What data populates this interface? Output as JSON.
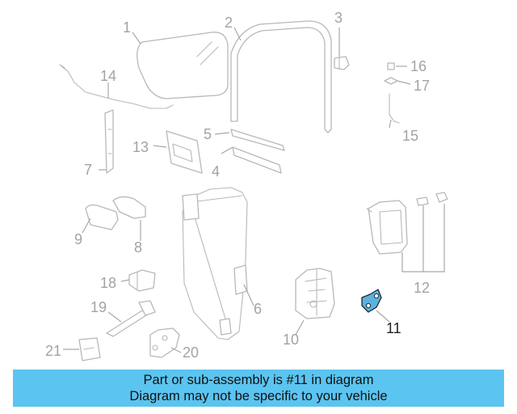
{
  "callouts": [
    {
      "id": "1",
      "highlighted": false
    },
    {
      "id": "2",
      "highlighted": false
    },
    {
      "id": "3",
      "highlighted": false
    },
    {
      "id": "4",
      "highlighted": false
    },
    {
      "id": "5",
      "highlighted": false
    },
    {
      "id": "6",
      "highlighted": false
    },
    {
      "id": "7",
      "highlighted": false
    },
    {
      "id": "8",
      "highlighted": false
    },
    {
      "id": "9",
      "highlighted": false
    },
    {
      "id": "10",
      "highlighted": false
    },
    {
      "id": "11",
      "highlighted": true
    },
    {
      "id": "12",
      "highlighted": false
    },
    {
      "id": "13",
      "highlighted": false
    },
    {
      "id": "14",
      "highlighted": false
    },
    {
      "id": "15",
      "highlighted": false
    },
    {
      "id": "16",
      "highlighted": false
    },
    {
      "id": "17",
      "highlighted": false
    },
    {
      "id": "18",
      "highlighted": false
    },
    {
      "id": "19",
      "highlighted": false
    },
    {
      "id": "20",
      "highlighted": false
    },
    {
      "id": "21",
      "highlighted": false
    }
  ],
  "banner": {
    "line1": "Part or sub-assembly is #11 in diagram",
    "line2": "Diagram may not be specific to your vehicle"
  },
  "colors": {
    "banner_bg": "#5bc4f0",
    "highlight_part": "#5bb3dc",
    "part_stroke": "#b8b8b8",
    "label_gray": "#a3a3a3",
    "label_highlight": "#222222"
  }
}
